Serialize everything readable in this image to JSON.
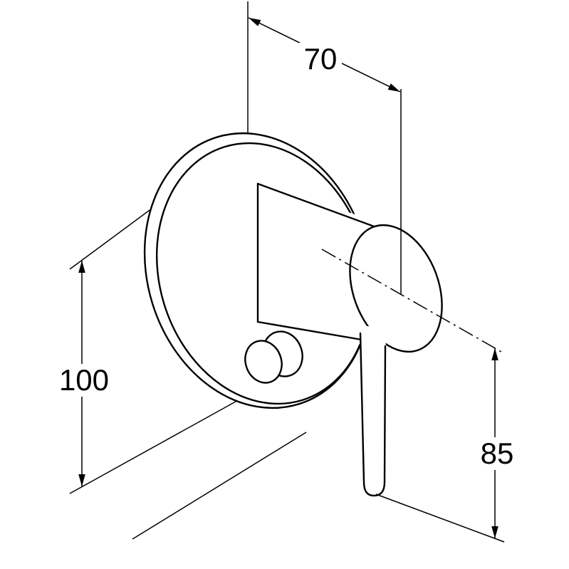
{
  "drawing": {
    "kind": "technical-dimension-drawing",
    "subject": "concealed-single-lever-mixer",
    "colors": {
      "line": "#000000",
      "background": "#ffffff"
    },
    "dimensions": {
      "depth": {
        "label": "70"
      },
      "height": {
        "label": "100"
      },
      "lever": {
        "label": "85"
      }
    }
  }
}
